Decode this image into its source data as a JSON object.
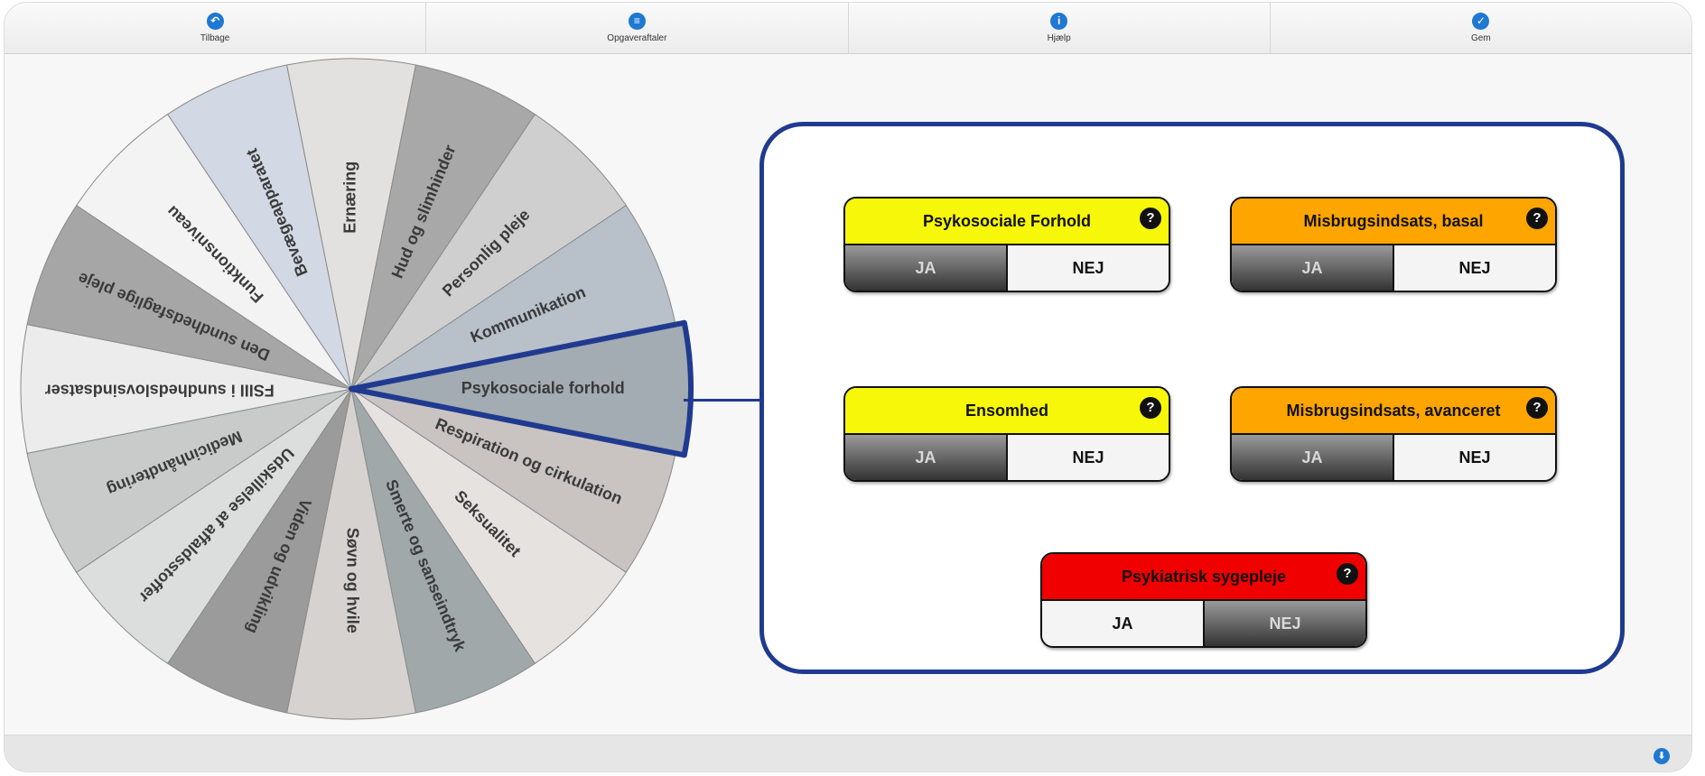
{
  "toolbar": {
    "back": {
      "label": "Tilbage",
      "icon": "back-icon"
    },
    "tasks": {
      "label": "Opgaveraftaler",
      "icon": "list-icon"
    },
    "help": {
      "label": "Hjælp",
      "icon": "info-icon"
    },
    "save": {
      "label": "Gem",
      "icon": "check-icon"
    }
  },
  "wheel": {
    "selected": "Psykosociale forhold",
    "segments": [
      {
        "label": "Psykosociale forhold",
        "color": "#a3abb3",
        "selected": true
      },
      {
        "label": "Respiration og cirkulation",
        "color": "#c9c3c2"
      },
      {
        "label": "Seksualitet",
        "color": "#e6e2e0"
      },
      {
        "label": "Smerte og sanseindtryk",
        "color": "#a0a8aa"
      },
      {
        "label": "Søvn og hvile",
        "color": "#d5d2d0"
      },
      {
        "label": "Viden og udvikling",
        "color": "#9b9b9b"
      },
      {
        "label": "Udskillelse af affaldsstoffer",
        "color": "#dcdedd"
      },
      {
        "label": "Medicinhåndtering",
        "color": "#c8cbca"
      },
      {
        "label": "FSIII i sundhedslovsindsatser",
        "color": "#ececec"
      },
      {
        "label": "Den sundhedsfaglige pleje",
        "color": "#a6a6a6"
      },
      {
        "label": "Funktionsniveau",
        "color": "#f3f3f3"
      },
      {
        "label": "Bevægeapparatet",
        "color": "#d2d9e5"
      },
      {
        "label": "Ernæring",
        "color": "#e3e1df"
      },
      {
        "label": "Hud og slimhinder",
        "color": "#a8a8a8"
      },
      {
        "label": "Personlig pleje",
        "color": "#cfcfcf"
      },
      {
        "label": "Kommunikation",
        "color": "#b8c0ca"
      }
    ]
  },
  "cards": [
    {
      "title": "Psykosociale Forhold",
      "color": "yellow",
      "yes": "JA",
      "no": "NEJ",
      "selected": "yes"
    },
    {
      "title": "Misbrugsindsats, basal",
      "color": "orange",
      "yes": "JA",
      "no": "NEJ",
      "selected": "yes"
    },
    {
      "title": "Ensomhed",
      "color": "yellow",
      "yes": "JA",
      "no": "NEJ",
      "selected": "yes"
    },
    {
      "title": "Misbrugsindsats, avanceret",
      "color": "orange",
      "yes": "JA",
      "no": "NEJ",
      "selected": "yes"
    },
    {
      "title": "Psykiatrisk sygepleje",
      "color": "red",
      "yes": "JA",
      "no": "NEJ",
      "selected": "no"
    }
  ],
  "help_symbol": "?",
  "colors": {
    "accent": "#1f3a8f",
    "icon_blue": "#1f78d1"
  }
}
